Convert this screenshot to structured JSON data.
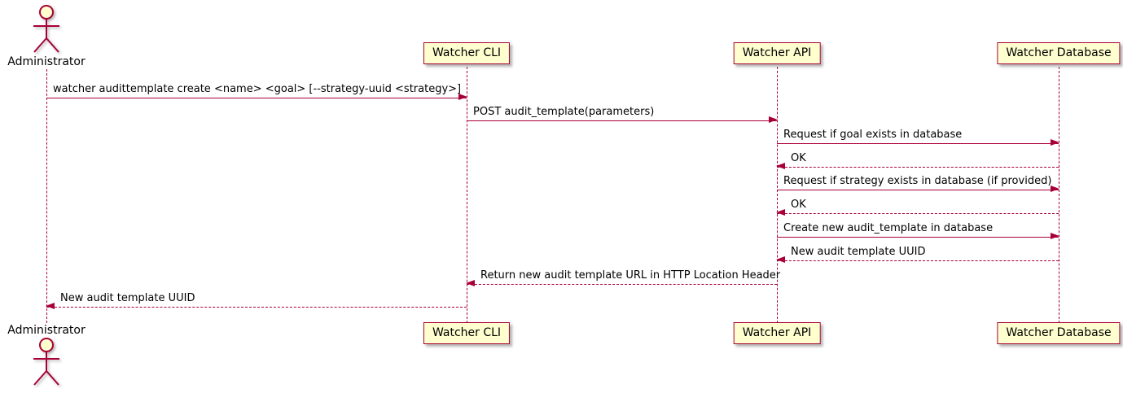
{
  "diagram": {
    "type": "sequence-diagram",
    "colors": {
      "line": "#A80036",
      "participant_fill": "#FEFECE",
      "participant_border": "#A80036",
      "text": "#000000"
    },
    "actor": {
      "label": "Administrator"
    },
    "participants": [
      {
        "label": "Watcher CLI"
      },
      {
        "label": "Watcher API"
      },
      {
        "label": "Watcher Database"
      }
    ],
    "messages": [
      {
        "from": "Administrator",
        "to": "Watcher CLI",
        "style": "solid",
        "text": "watcher audittemplate create <name> <goal> [--strategy-uuid <strategy>]"
      },
      {
        "from": "Watcher CLI",
        "to": "Watcher API",
        "style": "solid",
        "text": "POST audit_template(parameters)"
      },
      {
        "from": "Watcher API",
        "to": "Watcher Database",
        "style": "solid",
        "text": "Request if goal exists in database"
      },
      {
        "from": "Watcher Database",
        "to": "Watcher API",
        "style": "dashed",
        "text": "OK"
      },
      {
        "from": "Watcher API",
        "to": "Watcher Database",
        "style": "solid",
        "text": "Request if strategy exists in database (if provided)"
      },
      {
        "from": "Watcher Database",
        "to": "Watcher API",
        "style": "dashed",
        "text": "OK"
      },
      {
        "from": "Watcher API",
        "to": "Watcher Database",
        "style": "solid",
        "text": "Create new audit_template in database"
      },
      {
        "from": "Watcher Database",
        "to": "Watcher API",
        "style": "dashed",
        "text": "New audit template UUID"
      },
      {
        "from": "Watcher API",
        "to": "Watcher CLI",
        "style": "dashed",
        "text": "Return new audit template URL in HTTP Location Header"
      },
      {
        "from": "Watcher CLI",
        "to": "Administrator",
        "style": "dashed",
        "text": "New audit template UUID"
      }
    ]
  }
}
